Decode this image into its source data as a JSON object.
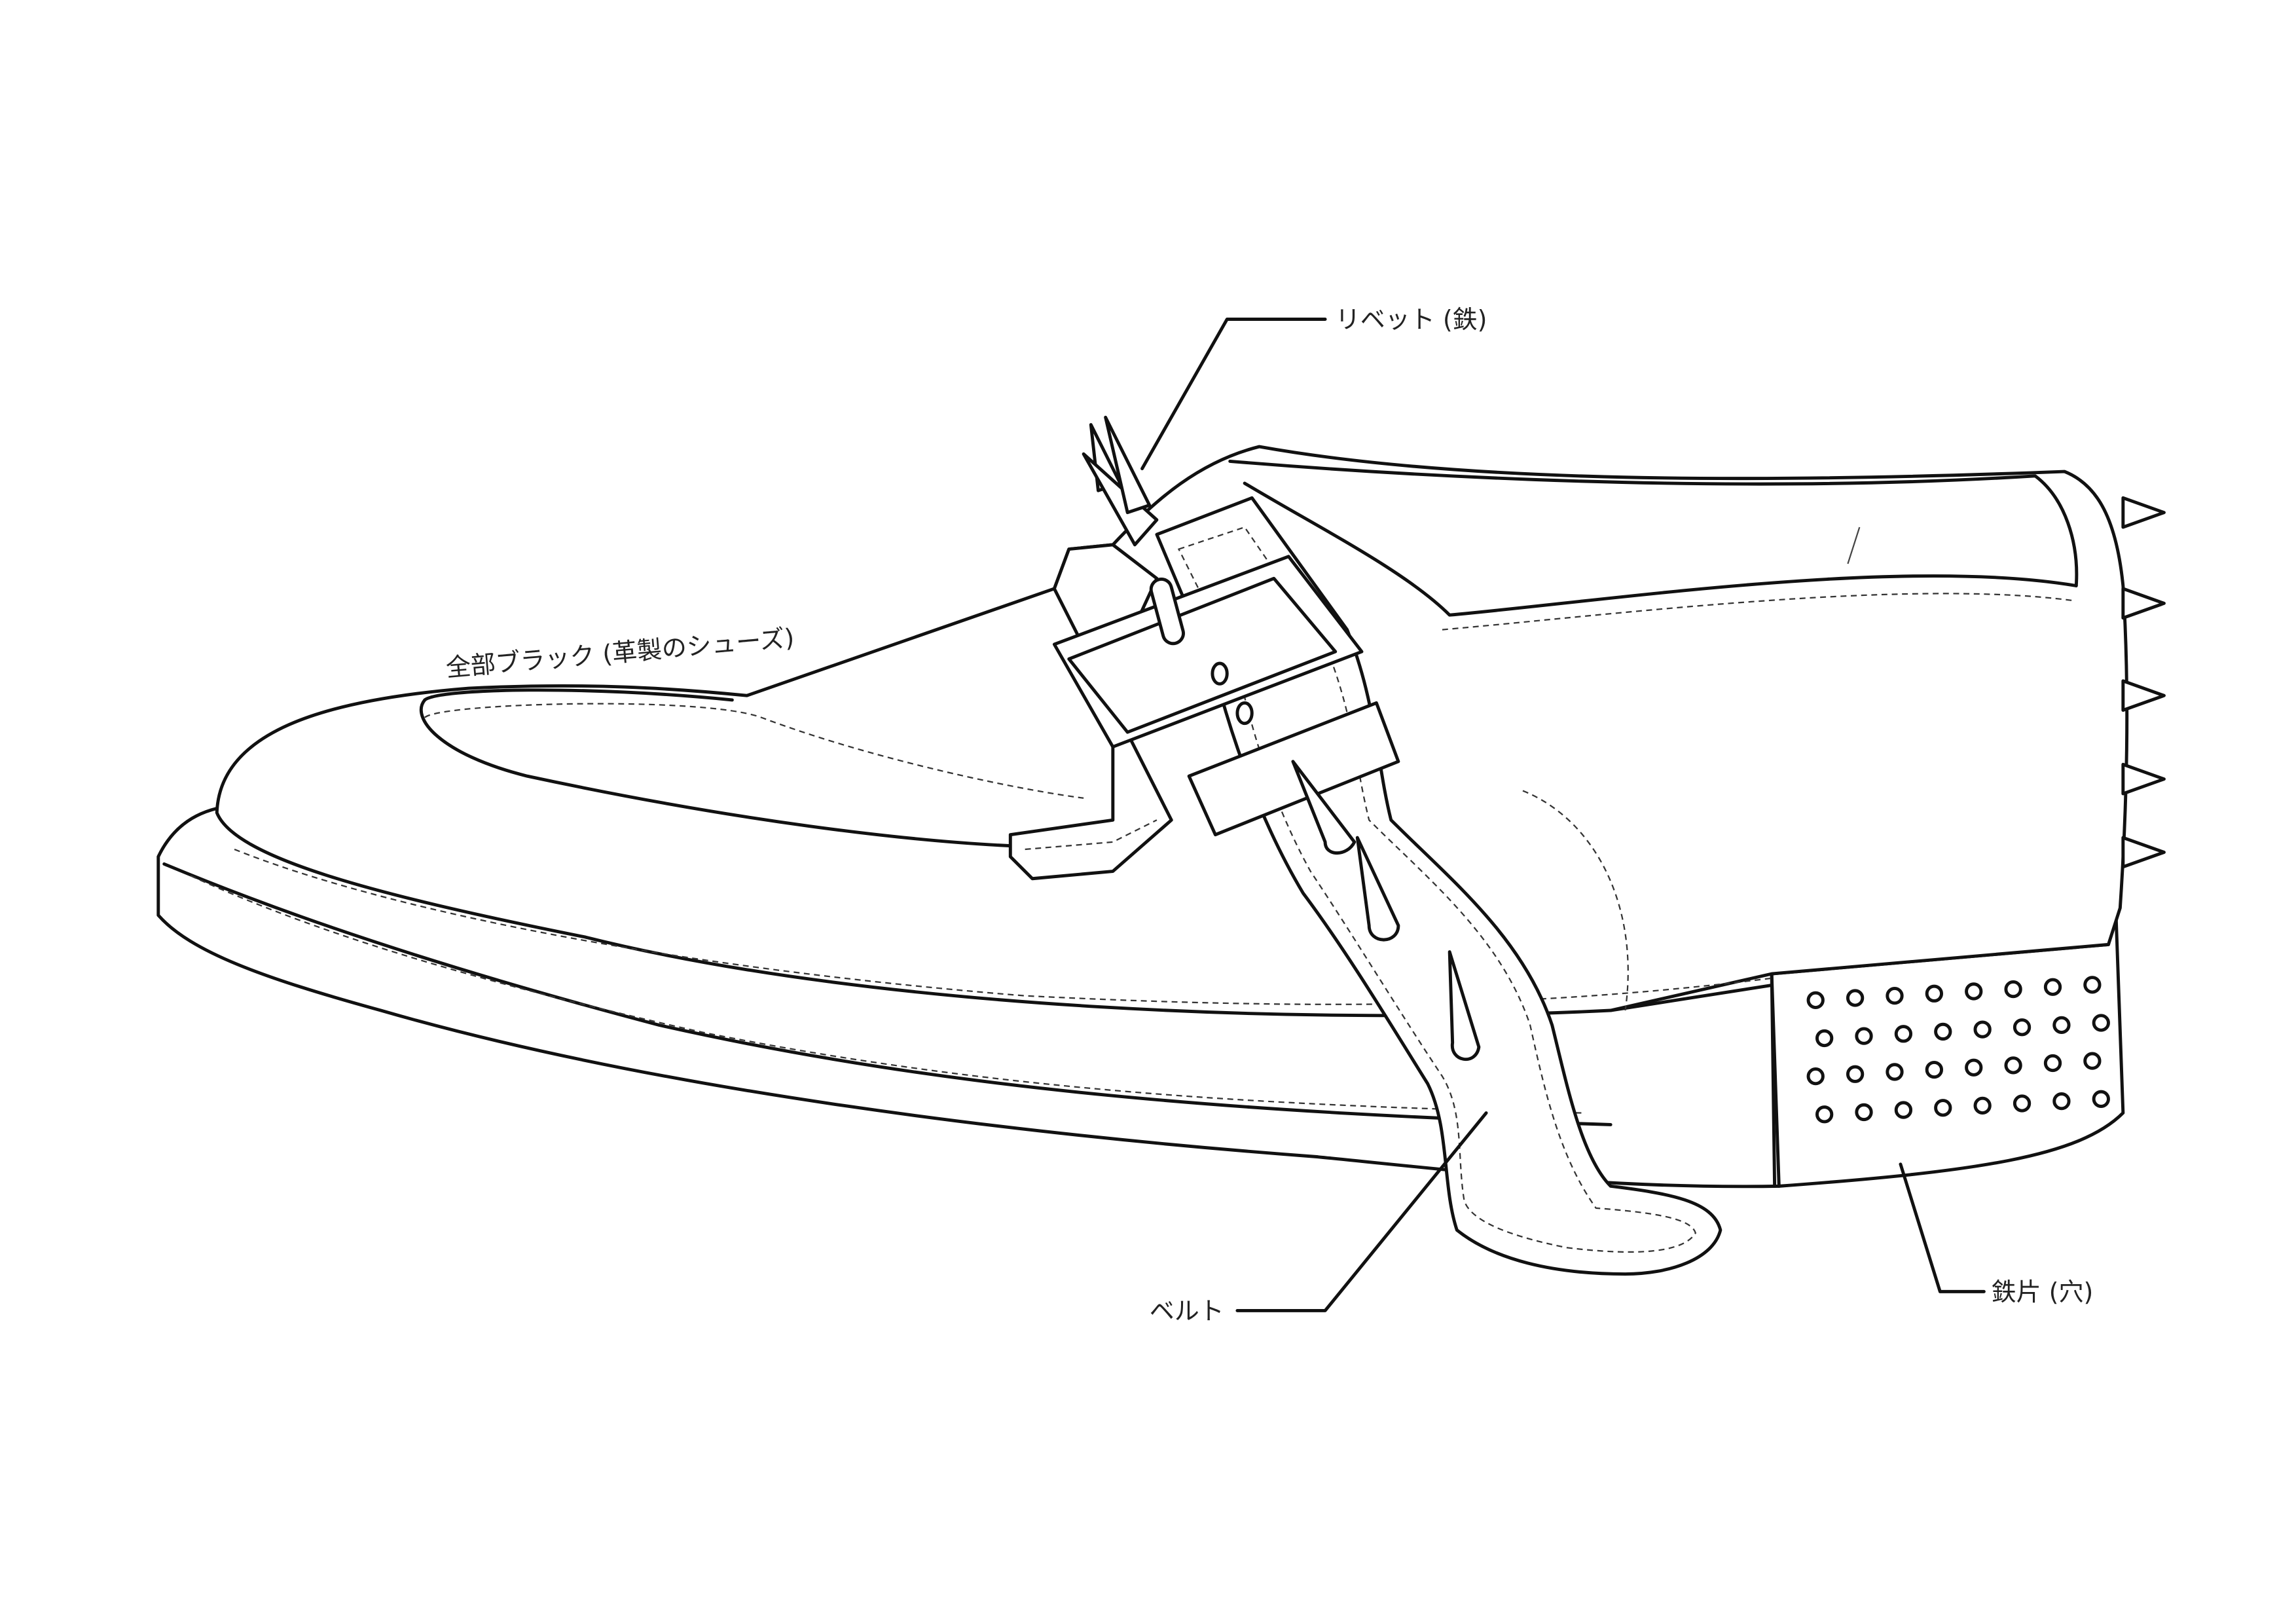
{
  "annotations": {
    "rivet": "リベット (鉄)",
    "upper": "全部ブラック (革製のシューズ)",
    "belt": "ベルト",
    "heel_plate": "鉄片 (穴)"
  },
  "colors": {
    "line": "#111111",
    "paper": "#ffffff",
    "text": "#222222"
  }
}
